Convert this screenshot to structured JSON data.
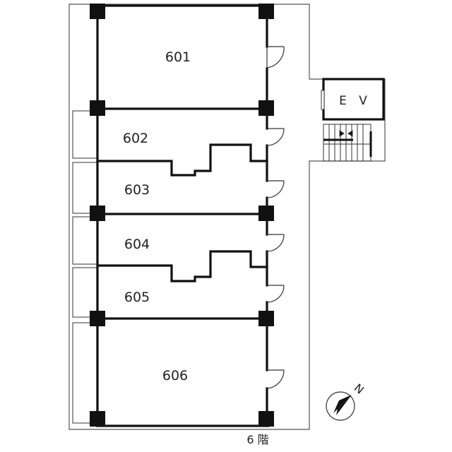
{
  "rooms": {
    "r601": "601",
    "r602": "602",
    "r603": "603",
    "r604": "604",
    "r605": "605",
    "r606": "606"
  },
  "elevator": {
    "label": "E V"
  },
  "floor": {
    "label": "6 階"
  },
  "compass": {
    "label": "N"
  },
  "colors": {
    "wall": "#111111",
    "line": "#444444",
    "background": "#ffffff"
  }
}
